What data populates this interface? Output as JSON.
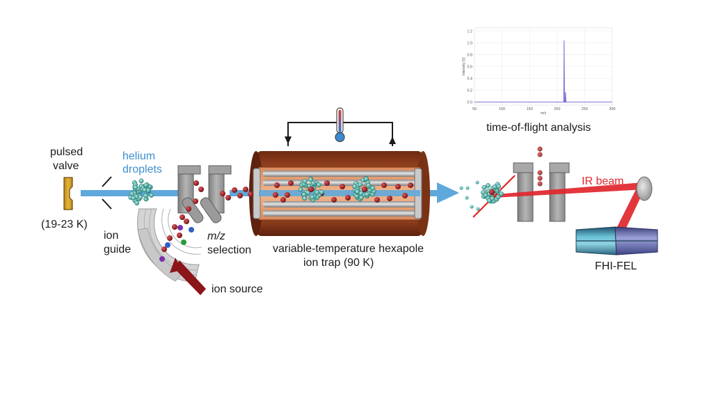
{
  "labels": {
    "pulsed_valve_line1": "pulsed",
    "pulsed_valve_line2": "valve",
    "temperature_range": "(19-23 K)",
    "helium_line1": "helium",
    "helium_line2": "droplets",
    "ion_guide_line1": "ion",
    "ion_guide_line2": "guide",
    "mz_line1": "m/z",
    "mz_line2": "selection",
    "ion_source": "ion source",
    "trap_line1": "variable-temperature hexapole",
    "trap_line2": "ion trap (90 K)",
    "tof": "time-of-flight analysis",
    "ir_beam": "IR beam",
    "fel": "FHI-FEL"
  },
  "colors": {
    "helium_beam": "#5fa8dc",
    "ir_beam": "#e0262b",
    "trap_body": "#8a3d1e",
    "ion": "#9b1b1f",
    "droplet": "#4fb3a8"
  },
  "chart_data": {
    "type": "line",
    "xlabel": "m/z",
    "ylabel": "Intensity [V]",
    "xlim": [
      50,
      300
    ],
    "ylim": [
      -0.05,
      1.25
    ],
    "xticks": [
      "50",
      "100",
      "150",
      "200",
      "250",
      "300"
    ],
    "yticks": [
      "0.0",
      "0.2",
      "0.4",
      "0.6",
      "0.8",
      "1.0",
      "1.2"
    ],
    "grid": true,
    "series": [
      {
        "color": "#6a5acd",
        "x": [
          50,
          210,
          212,
          212.6,
          213.2,
          214.5,
          215.2,
          215.8,
          216.5,
          300
        ],
        "y": [
          0.0,
          0.0,
          0.0,
          1.04,
          0.0,
          0.0,
          0.17,
          0.0,
          0.0,
          0.0
        ]
      }
    ]
  }
}
